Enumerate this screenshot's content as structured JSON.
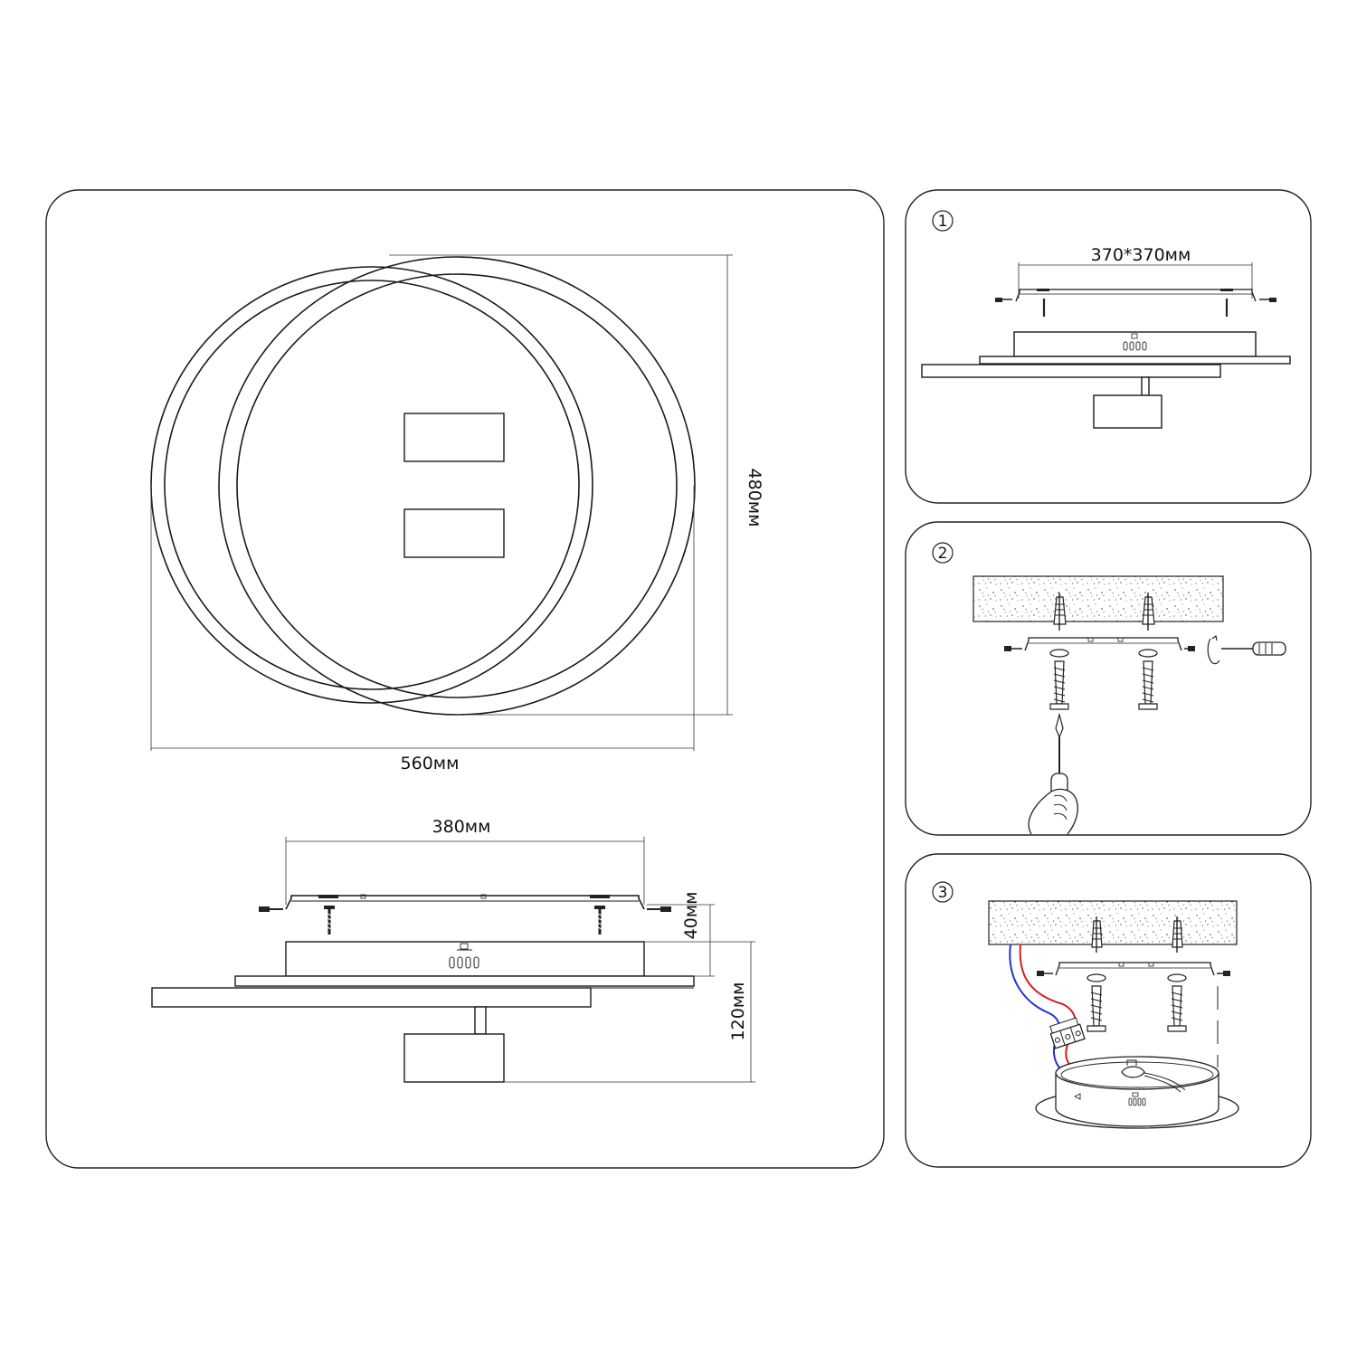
{
  "main_panel": {
    "front_view": {
      "height_label": "480мм",
      "width_label": "560мм"
    },
    "side_view": {
      "width_label": "380мм",
      "base_height_label": "40мм",
      "total_height_label": "120мм"
    }
  },
  "steps": [
    {
      "number": "1",
      "dimension_label": "370*370мм"
    },
    {
      "number": "2"
    },
    {
      "number": "3"
    }
  ],
  "wire_colors": {
    "red": "#d22020",
    "blue": "#2233cc"
  }
}
